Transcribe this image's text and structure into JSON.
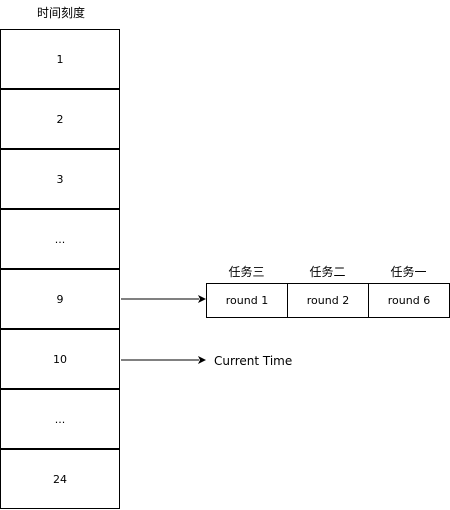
{
  "title": "时间刻度",
  "slots": [
    "1",
    "2",
    "3",
    "...",
    "9",
    "10",
    "...",
    "24"
  ],
  "task_labels": [
    "任务三",
    "任务二",
    "任务一"
  ],
  "task_rounds": [
    "round 1",
    "round 2",
    "round 6"
  ],
  "current_time_label": "Current Time",
  "colors": {
    "line": "#000000",
    "background": "#ffffff"
  }
}
